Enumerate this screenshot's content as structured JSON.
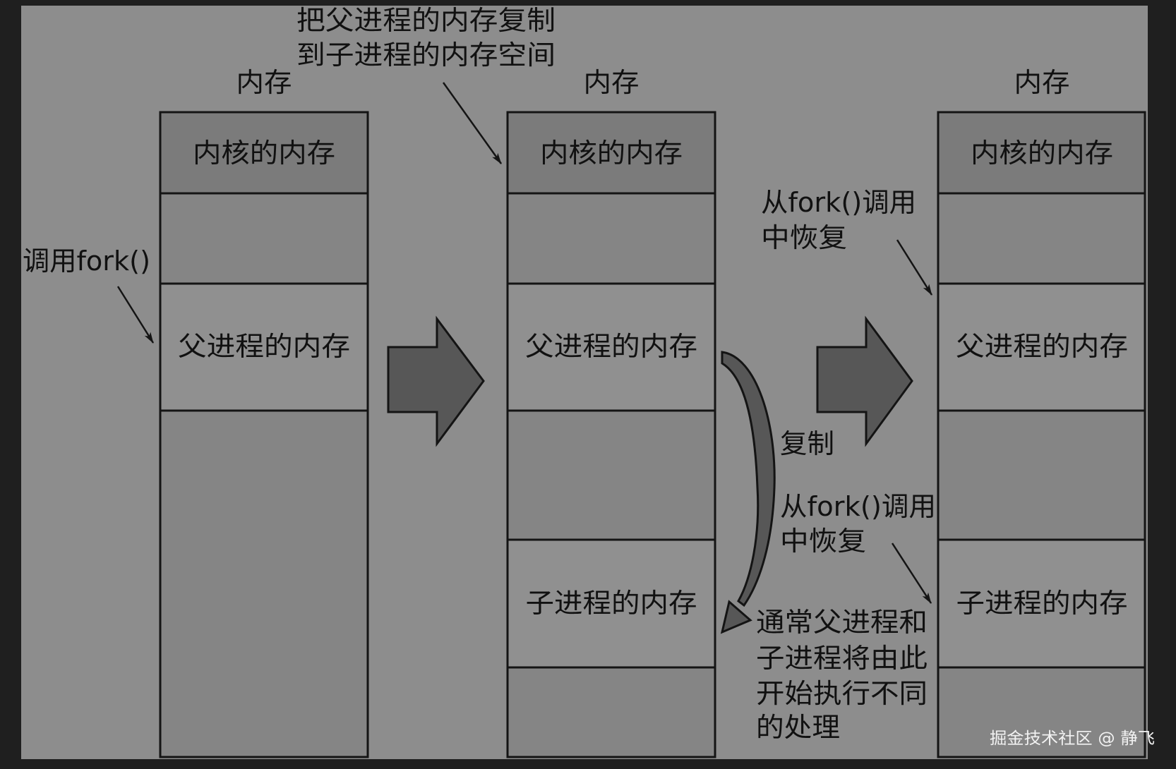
{
  "diagram": {
    "before": {
      "header": "内存",
      "kernel": "内核的内存",
      "parent": "父进程的内存"
    },
    "copied": {
      "header": "内存",
      "kernel": "内核的内存",
      "parent": "父进程的内存",
      "child": "子进程的内存"
    },
    "after": {
      "header": "内存",
      "kernel": "内核的内存",
      "parent": "父进程的内存",
      "child": "子进程的内存"
    }
  },
  "annotations": {
    "copy_note": [
      "把父进程的内存复制",
      "到子进程的内存空间"
    ],
    "call_fork": "调用fork()",
    "copy": "复制",
    "resume_parent": [
      "从fork()调用",
      "中恢复"
    ],
    "resume_child": [
      "从fork()调用",
      "中恢复"
    ],
    "diverge_note": [
      "通常父进程和",
      "子进程将由此",
      "开始执行不同",
      "的处理"
    ]
  },
  "watermark": "掘金技术社区 @ 静飞",
  "colors": {
    "frame": "#1f1f1f",
    "background": "#8d8d8d",
    "kernel_box": "#7b7b7b",
    "empty_box": "#858585",
    "process_box": "#909090",
    "block_arrow": "#575757",
    "outline": "#141414",
    "text": "#111111",
    "watermark": "#f2f2f2"
  }
}
